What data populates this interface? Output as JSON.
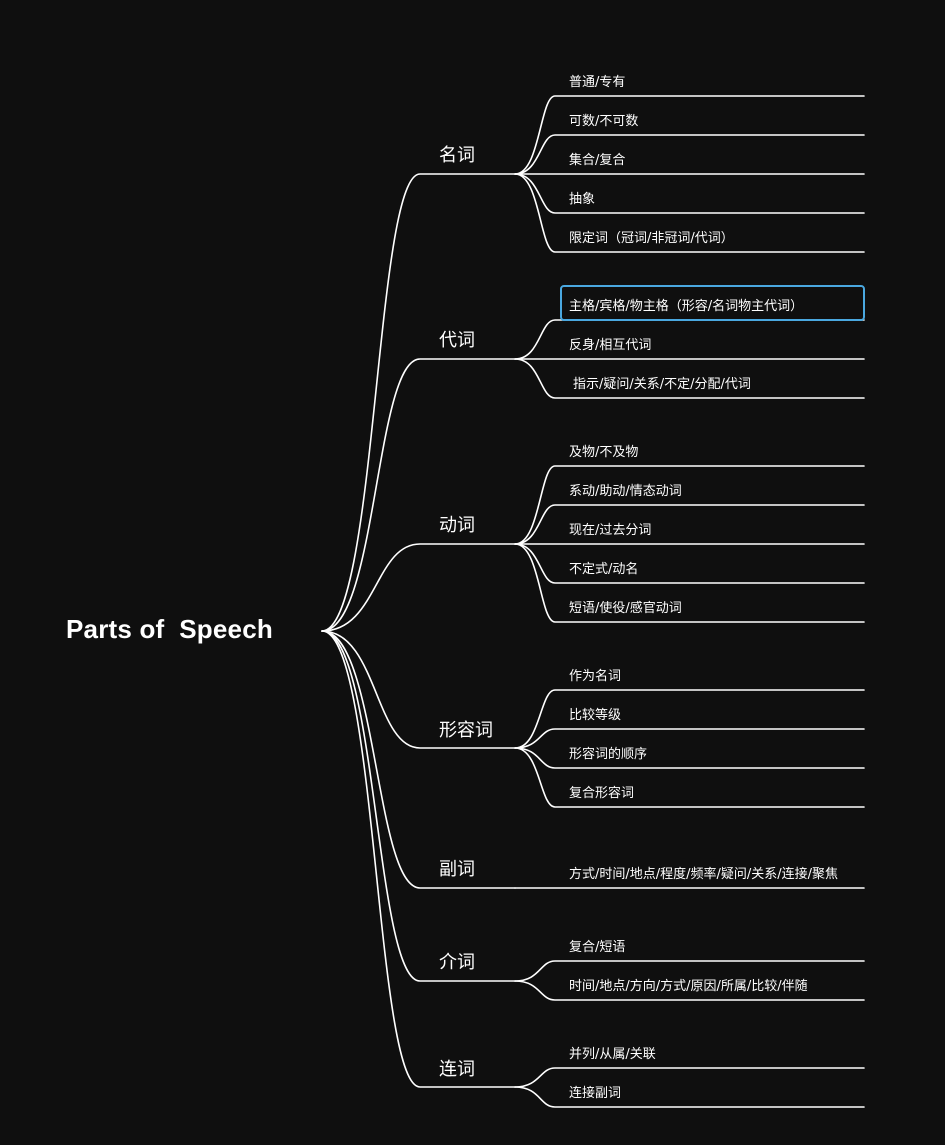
{
  "root": "Parts of  Speech",
  "colors": {
    "background": "#0f0f0f",
    "line": "#ffffff",
    "selection": "#4aa8e0"
  },
  "selected": "branches.1.children.0",
  "branches": [
    {
      "label": "名词",
      "children": [
        "普通/专有",
        "可数/不可数",
        "集合/复合",
        "抽象",
        "限定词（冠词/非冠词/代词）"
      ]
    },
    {
      "label": "代词",
      "children": [
        "主格/宾格/物主格（形容/名词物主代词）",
        "反身/相互代词",
        "指示/疑问/关系/不定/分配/代词"
      ]
    },
    {
      "label": "动词",
      "children": [
        "及物/不及物",
        "系动/助动/情态动词",
        "现在/过去分词",
        "不定式/动名",
        "短语/使役/感官动词"
      ]
    },
    {
      "label": "形容词",
      "children": [
        "作为名词",
        "比较等级",
        "形容词的顺序",
        "复合形容词"
      ]
    },
    {
      "label": "副词",
      "children": [
        "方式/时间/地点/程度/频率/疑问/关系/连接/聚焦"
      ]
    },
    {
      "label": "介词",
      "children": [
        "复合/短语",
        "时间/地点/方向/方式/原因/所属/比较/伴随"
      ]
    },
    {
      "label": "连词",
      "children": [
        "并列/从属/关联",
        "连接副词"
      ]
    }
  ]
}
